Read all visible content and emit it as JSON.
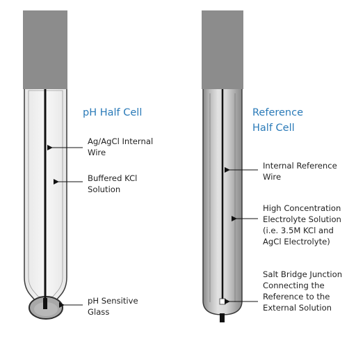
{
  "ph_cell": {
    "title": "pH Half Cell",
    "labels": {
      "internal_wire": [
        "Ag/AgCl Internal",
        "Wire"
      ],
      "buffered_kcl": [
        "Buffered KCl",
        "Solution"
      ],
      "sensitive_glass": [
        "pH Sensitive",
        "Glass"
      ]
    }
  },
  "reference_cell": {
    "title": [
      "Reference",
      "Half Cell"
    ],
    "labels": {
      "internal_wire": [
        "Internal Reference",
        "Wire"
      ],
      "electrolyte": [
        "High Concentration",
        "Electrolyte Solution",
        "(i.e. 3.5M KCl and",
        "AgCl Electrolyte)"
      ],
      "salt_bridge": [
        "Salt Bridge Junction",
        "Connecting the",
        "Reference to the",
        "External Solution"
      ]
    }
  },
  "colors": {
    "cap": "#8c8c8c",
    "title": "#2a7ab8",
    "wire": "#111111",
    "tube_outline": "#3a3a3a",
    "ph_fill": "#f1f1f1",
    "bulb_fill": "#a8a8a8",
    "ref_dark": "#8a8a8a",
    "ref_light": "#dcdcdc"
  }
}
